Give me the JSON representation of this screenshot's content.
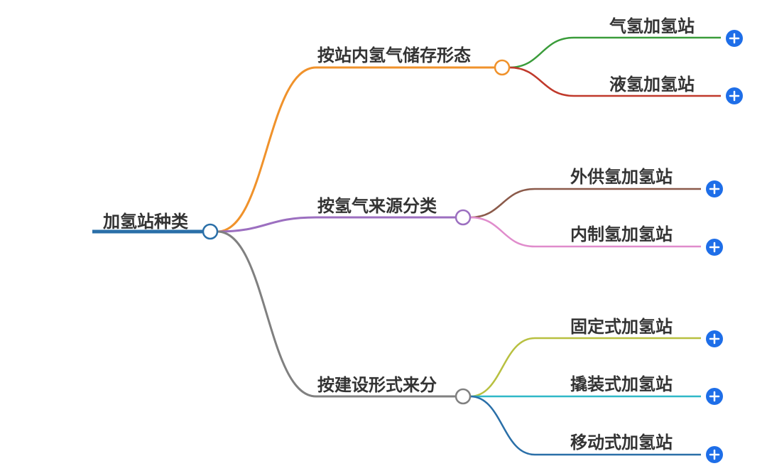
{
  "root": {
    "label": "加氢站种类",
    "color": "#2a6fa8"
  },
  "branches": [
    {
      "label": "按站内氢气储存形态",
      "color": "#f0922b",
      "leaves": [
        {
          "label": "气氢加氢站",
          "color": "#3a9c3a"
        },
        {
          "label": "液氢加氢站",
          "color": "#c0392b"
        }
      ]
    },
    {
      "label": "按氢气来源分类",
      "color": "#9c6fc0",
      "leaves": [
        {
          "label": "外供氢加氢站",
          "color": "#8b5a4a"
        },
        {
          "label": "内制氢加氢站",
          "color": "#e08ccc"
        }
      ]
    },
    {
      "label": "按建设形式来分",
      "color": "#808080",
      "leaves": [
        {
          "label": "固定式加氢站",
          "color": "#b8c040"
        },
        {
          "label": "撬装式加氢站",
          "color": "#30b8c8"
        },
        {
          "label": "移动式加氢站",
          "color": "#2a6fa8"
        }
      ]
    }
  ],
  "expand_icon": {
    "name": "plus-icon",
    "color": "#1e6ee8"
  }
}
